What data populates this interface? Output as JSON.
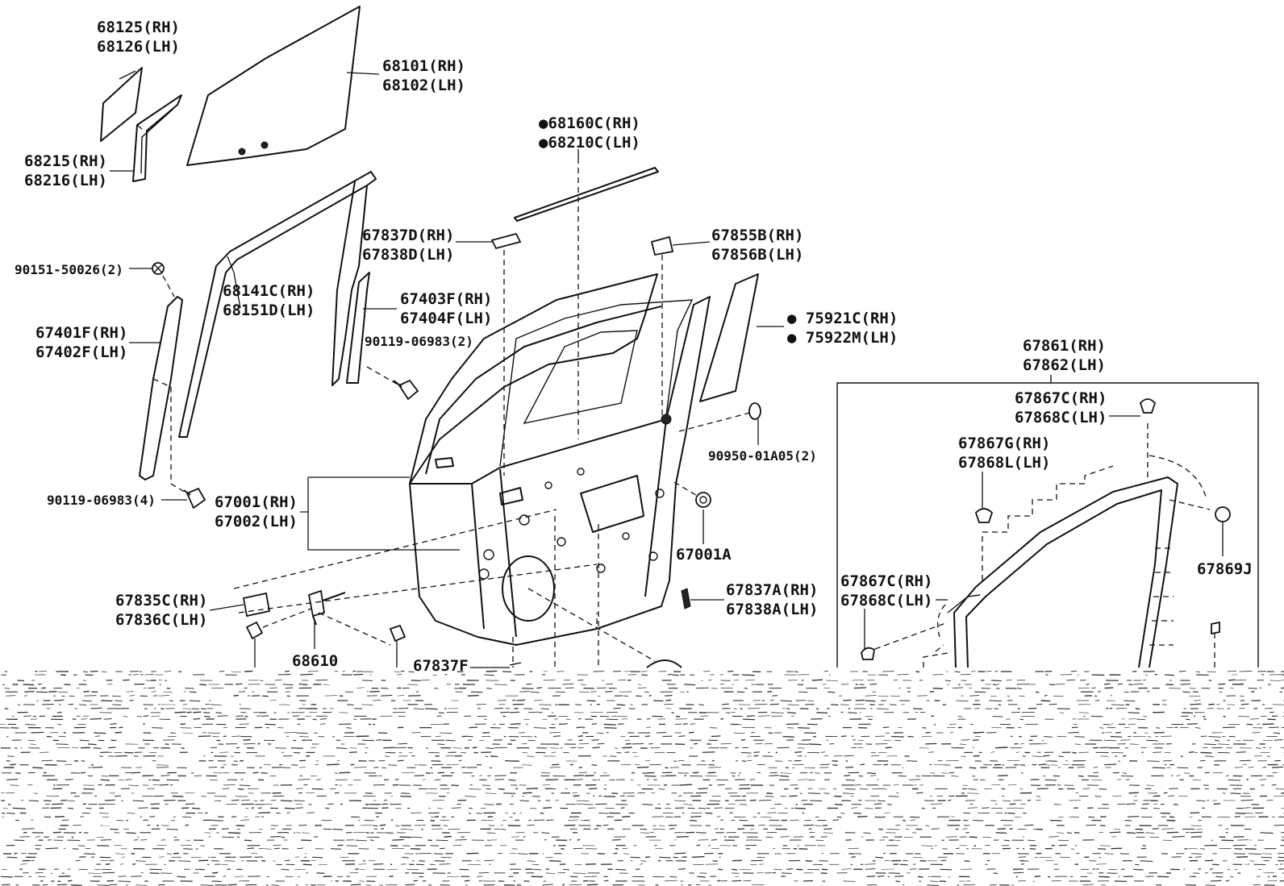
{
  "labels": {
    "l_68125": "68125(RH)",
    "l_68126": "68126(LH)",
    "l_68101": "68101(RH)",
    "l_68102": "68102(LH)",
    "l_68215": "68215(RH)",
    "l_68216": "68216(LH)",
    "l_68160c": "●68160C(RH)",
    "l_68210c": "●68210C(LH)",
    "l_67837d": "67837D(RH)",
    "l_67838d": "67838D(LH)",
    "l_67855b": "67855B(RH)",
    "l_67856b": "67856B(LH)",
    "l_90151": "90151-50026(2)",
    "l_68141c": "68141C(RH)",
    "l_68151d": "68151D(LH)",
    "l_67403f": "67403F(RH)",
    "l_67404f": "67404F(LH)",
    "l_75921c": "● 75921C(RH)",
    "l_75922m": "● 75922M(LH)",
    "l_67401f": "67401F(RH)",
    "l_67402f": "67402F(LH)",
    "l_90119_2": "90119-06983(2)",
    "l_67861": "67861(RH)",
    "l_67862": "67862(LH)",
    "l_67867c_a": "67867C(RH)",
    "l_67868c_a": "67868C(LH)",
    "l_90950": "90950-01A05(2)",
    "l_67867g": "67867G(RH)",
    "l_67868l": "67868L(LH)",
    "l_90119_4": "90119-06983(4)",
    "l_67001": "67001(RH)",
    "l_67002": "67002(LH)",
    "l_67001a": "67001A",
    "l_67869j": "67869J",
    "l_67837a": "67837A(RH)",
    "l_67838a": "67838A(LH)",
    "l_67867c_b": "67867C(RH)",
    "l_67868c_b": "67868C(LH)",
    "l_67835c": "67835C(RH)",
    "l_67836c": "67836C(LH)",
    "l_68610": "68610",
    "l_67837f": "67837F"
  }
}
